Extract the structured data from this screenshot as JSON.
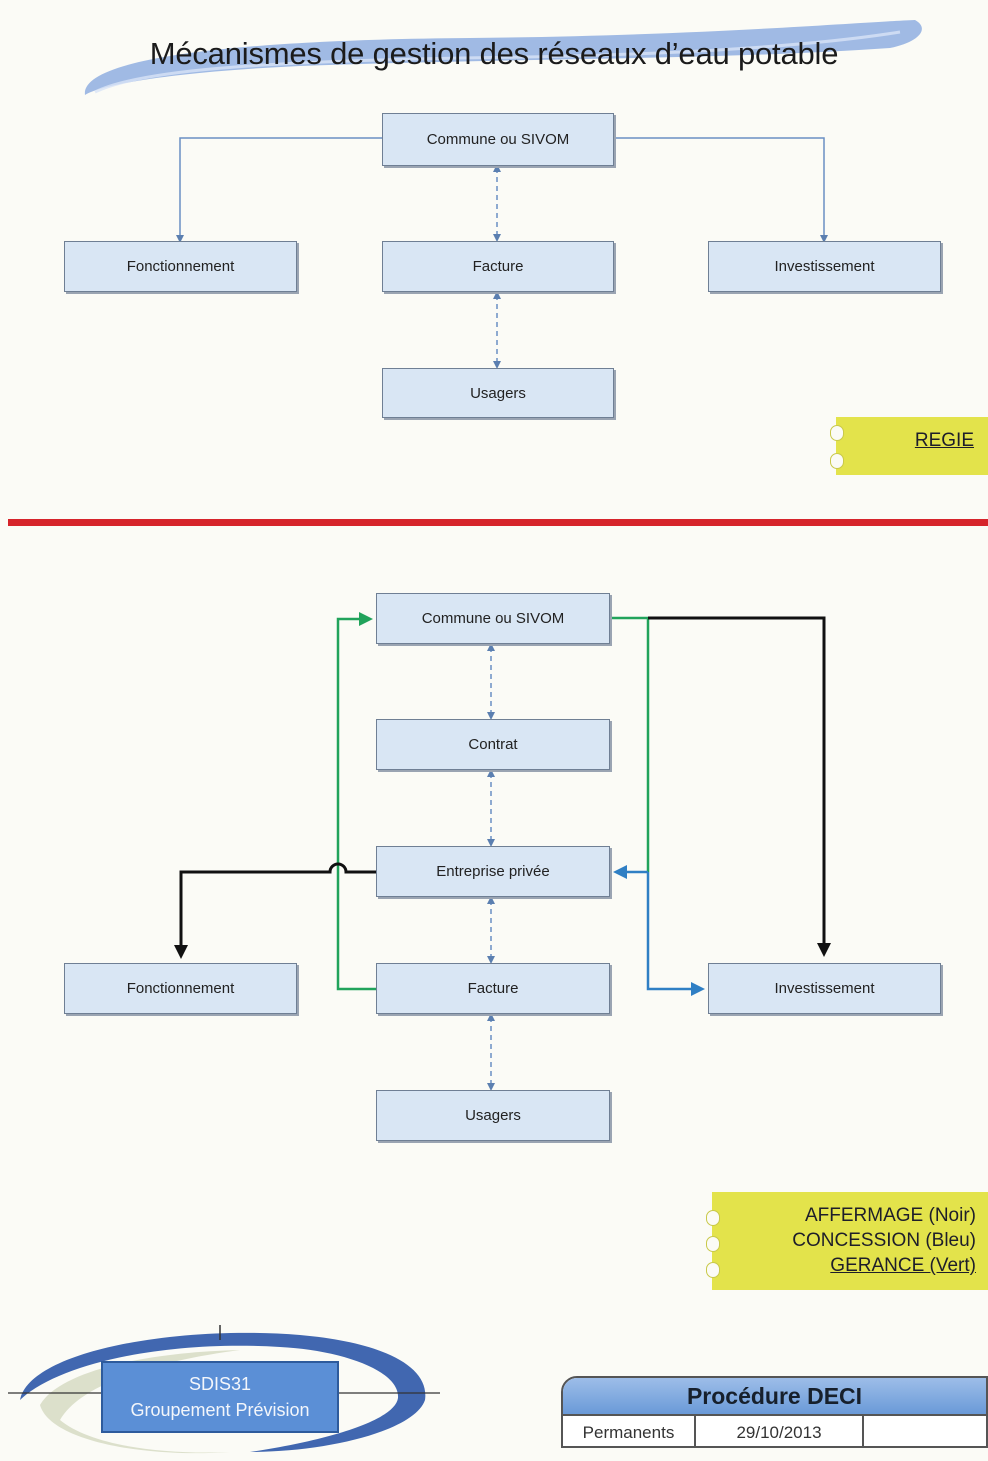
{
  "title": "Mécanismes de gestion des réseaux d’eau potable",
  "regie": {
    "boxes": {
      "commune": "Commune ou SIVOM",
      "fonctionnement": "Fonctionnement",
      "facture": "Facture",
      "investissement": "Investissement",
      "usagers": "Usagers"
    },
    "note": "REGIE"
  },
  "delegation": {
    "boxes": {
      "commune": "Commune ou SIVOM",
      "contrat": "Contrat",
      "entreprise": "Entreprise privée",
      "fonctionnement": "Fonctionnement",
      "facture": "Facture",
      "investissement": "Investissement",
      "usagers": "Usagers"
    },
    "legend": [
      "AFFERMAGE (Noir)",
      "CONCESSION (Bleu)",
      "GERANCE (Vert)"
    ]
  },
  "colors": {
    "affermage": "#111111",
    "concession": "#2f7fc4",
    "gerance": "#21a35b",
    "separator": "#d6242b",
    "box_fill": "#d9e6f4",
    "note_fill": "#e3e34b"
  },
  "footer": {
    "sdis_line1": "SDIS31",
    "sdis_line2": "Groupement Prévision",
    "procedure_title": "Procédure DECI",
    "procedure_row": [
      "Permanents",
      "29/10/2013",
      ""
    ]
  }
}
